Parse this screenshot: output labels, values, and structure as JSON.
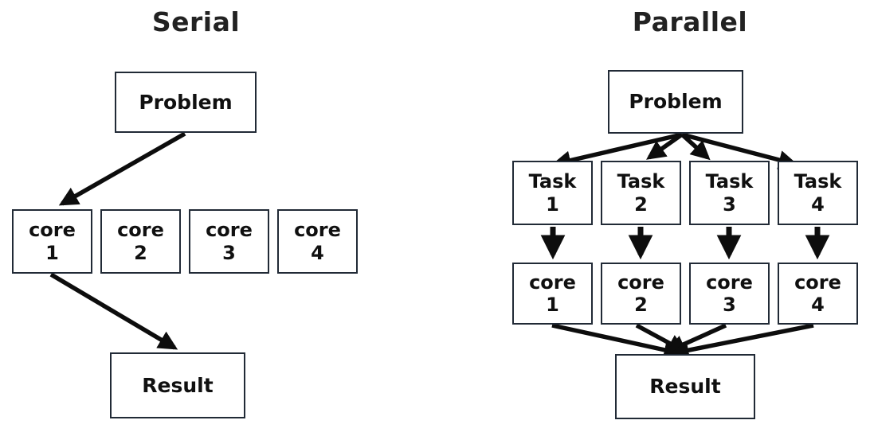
{
  "colors": {
    "background": "#ffffff",
    "box_border": "#212a36",
    "box_fill": "#ffffff",
    "text": "#101010",
    "arrow": "#0d0d0d",
    "title_text": "#222222"
  },
  "serial": {
    "title": "Serial",
    "problem": "Problem",
    "cores": [
      {
        "label": "core\n1"
      },
      {
        "label": "core\n2"
      },
      {
        "label": "core\n3"
      },
      {
        "label": "core\n4"
      }
    ],
    "result": "Result"
  },
  "parallel": {
    "title": "Parallel",
    "problem": "Problem",
    "tasks": [
      {
        "label": "Task\n1"
      },
      {
        "label": "Task\n2"
      },
      {
        "label": "Task\n3"
      },
      {
        "label": "Task\n4"
      }
    ],
    "cores": [
      {
        "label": "core\n1"
      },
      {
        "label": "core\n2"
      },
      {
        "label": "core\n3"
      },
      {
        "label": "core\n4"
      }
    ],
    "result": "Result"
  },
  "edges": [
    {
      "from": "serial-problem",
      "to": "serial-core-1"
    },
    {
      "from": "serial-core-1",
      "to": "serial-result"
    },
    {
      "from": "parallel-problem",
      "to": "parallel-task-1"
    },
    {
      "from": "parallel-problem",
      "to": "parallel-task-2"
    },
    {
      "from": "parallel-problem",
      "to": "parallel-task-3"
    },
    {
      "from": "parallel-problem",
      "to": "parallel-task-4"
    },
    {
      "from": "parallel-task-1",
      "to": "parallel-core-1"
    },
    {
      "from": "parallel-task-2",
      "to": "parallel-core-2"
    },
    {
      "from": "parallel-task-3",
      "to": "parallel-core-3"
    },
    {
      "from": "parallel-task-4",
      "to": "parallel-core-4"
    },
    {
      "from": "parallel-core-1",
      "to": "parallel-result"
    },
    {
      "from": "parallel-core-2",
      "to": "parallel-result"
    },
    {
      "from": "parallel-core-3",
      "to": "parallel-result"
    },
    {
      "from": "parallel-core-4",
      "to": "parallel-result"
    }
  ]
}
